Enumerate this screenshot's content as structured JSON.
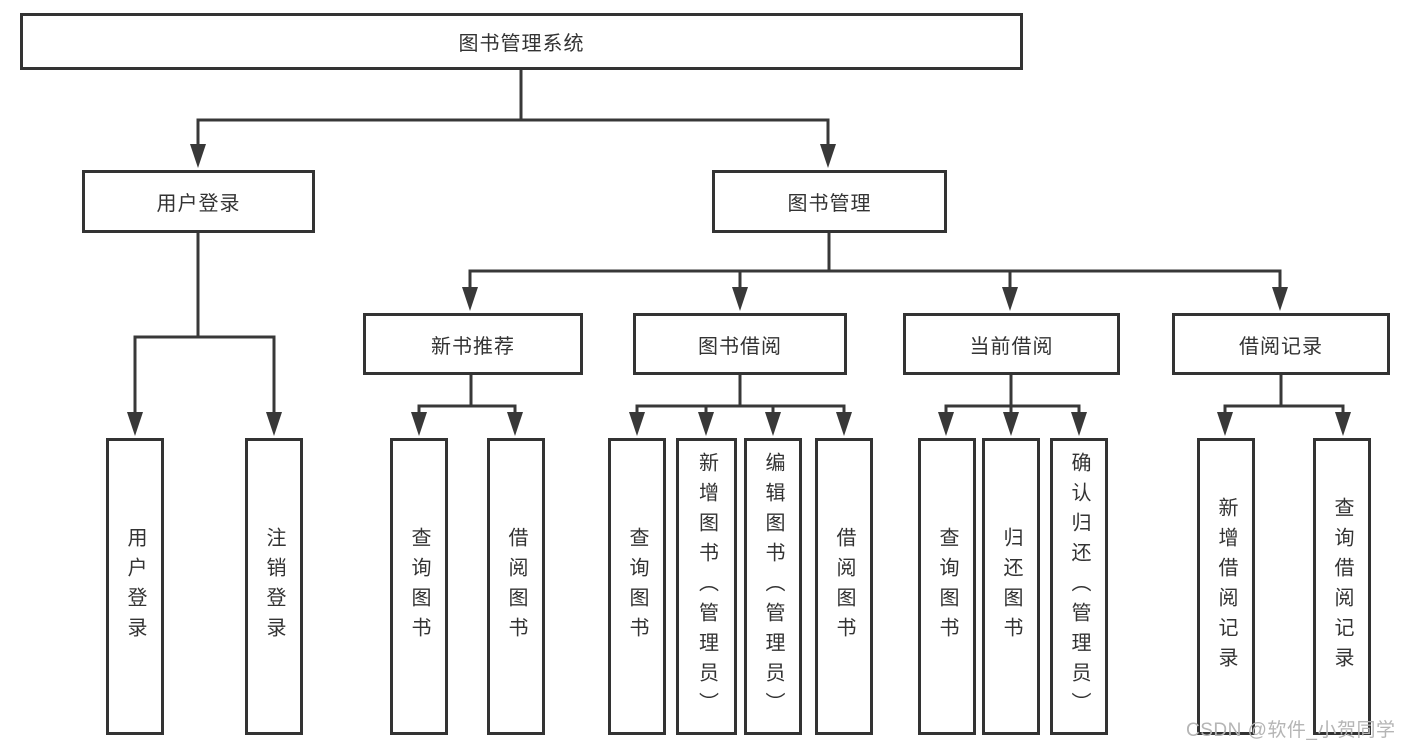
{
  "diagram": {
    "root": {
      "label": "图书管理系统"
    },
    "level2": [
      {
        "label": "用户登录"
      },
      {
        "label": "图书管理"
      }
    ],
    "level3": [
      {
        "label": "新书推荐"
      },
      {
        "label": "图书借阅"
      },
      {
        "label": "当前借阅"
      },
      {
        "label": "借阅记录"
      }
    ],
    "leaves": {
      "login": [
        "用户登录",
        "注销登录"
      ],
      "recommend": [
        "查询图书",
        "借阅图书"
      ],
      "borrow": [
        "查询图书",
        "新增图书（管理员）",
        "编辑图书（管理员）",
        "借阅图书"
      ],
      "current": [
        "查询图书",
        "归还图书",
        "确认归还（管理员）"
      ],
      "records": [
        "新增借阅记录",
        "查询借阅记录"
      ]
    }
  },
  "watermark": {
    "text": "CSDN @软件_小贺同学"
  },
  "colors": {
    "line": "#383838",
    "box_border": "#333333",
    "text": "#333333",
    "watermark": "#b5b5b5",
    "background": "#ffffff"
  }
}
